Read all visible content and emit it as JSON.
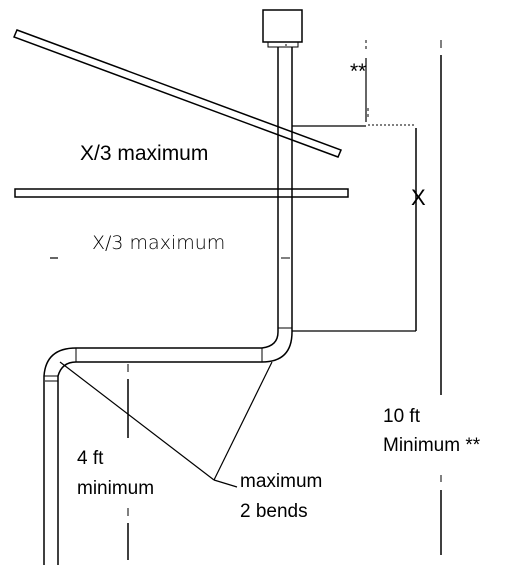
{
  "labels": {
    "double_asterisk": "**",
    "x_third_upper": "X/3 maximum",
    "x_third_lower": "X/3 maximum",
    "dim_x": "X",
    "ten_ft_line1": "10 ft",
    "ten_ft_line2": "Minimum **",
    "four_ft_line1": "4 ft",
    "four_ft_line2": "minimum",
    "bends_line1": "maximum",
    "bends_line2": "2 bends"
  },
  "colors": {
    "stroke": "#000000",
    "background": "#ffffff"
  }
}
